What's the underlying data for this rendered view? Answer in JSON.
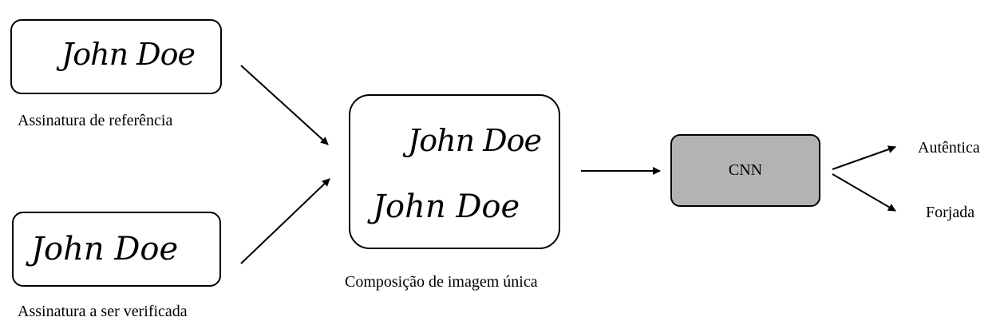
{
  "reference": {
    "signature": "John Doe",
    "caption": "Assinatura de referência"
  },
  "questioned": {
    "signature": "John Doe",
    "caption": "Assinatura a ser verificada"
  },
  "composite": {
    "top_signature": "John Doe",
    "bottom_signature": "John Doe",
    "caption": "Composição de imagem única"
  },
  "model": {
    "label": "CNN",
    "fill_color": "#b3b3b3"
  },
  "outputs": {
    "genuine": "Autêntica",
    "forged": "Forjada"
  }
}
